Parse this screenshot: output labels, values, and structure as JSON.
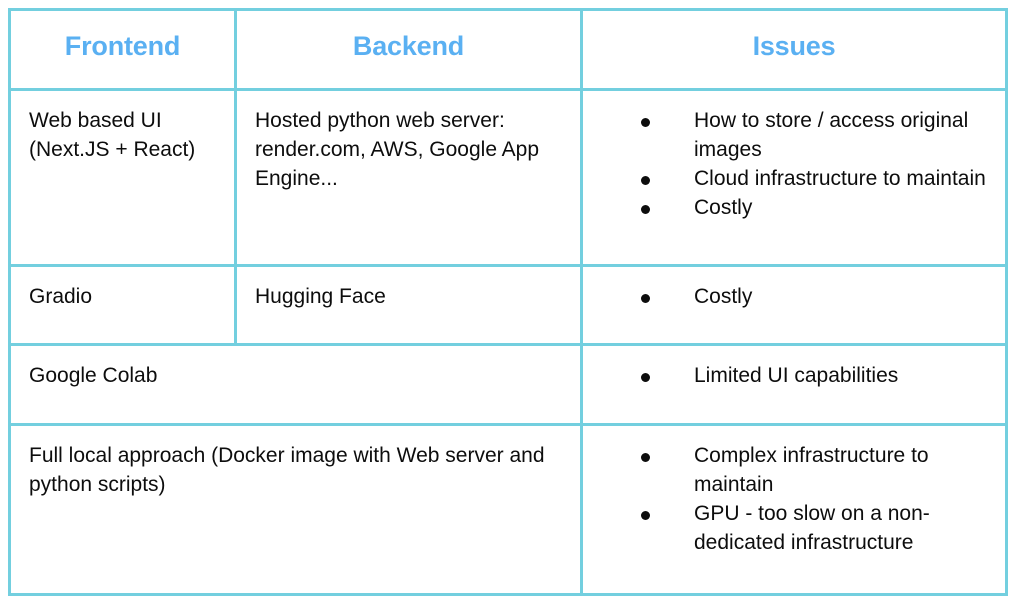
{
  "table": {
    "headers": [
      {
        "label": "Frontend"
      },
      {
        "label": "Backend"
      },
      {
        "label": "Issues"
      }
    ],
    "header_color": "#5ab0f2",
    "border_color": "#73cfdf",
    "body_text_color": "#0d0d0d",
    "rows": [
      {
        "frontend": "Web based UI\n(Next.JS + React)",
        "backend": "Hosted python web server: render.com, AWS, Google App Engine...",
        "issues": [
          "How to store / access original images",
          "Cloud infrastructure to maintain",
          "Costly"
        ],
        "merged_first_two": false
      },
      {
        "frontend": "Gradio",
        "backend": "Hugging Face",
        "issues": [
          "Costly"
        ],
        "merged_first_two": false
      },
      {
        "frontend": "Google Colab",
        "backend": "",
        "issues": [
          "Limited UI capabilities"
        ],
        "merged_first_two": true
      },
      {
        "frontend": "Full local approach (Docker image with Web server and python scripts)",
        "backend": "",
        "issues": [
          "Complex infrastructure to maintain",
          "GPU - too slow on a non-dedicated infrastructure"
        ],
        "merged_first_two": true
      }
    ]
  }
}
